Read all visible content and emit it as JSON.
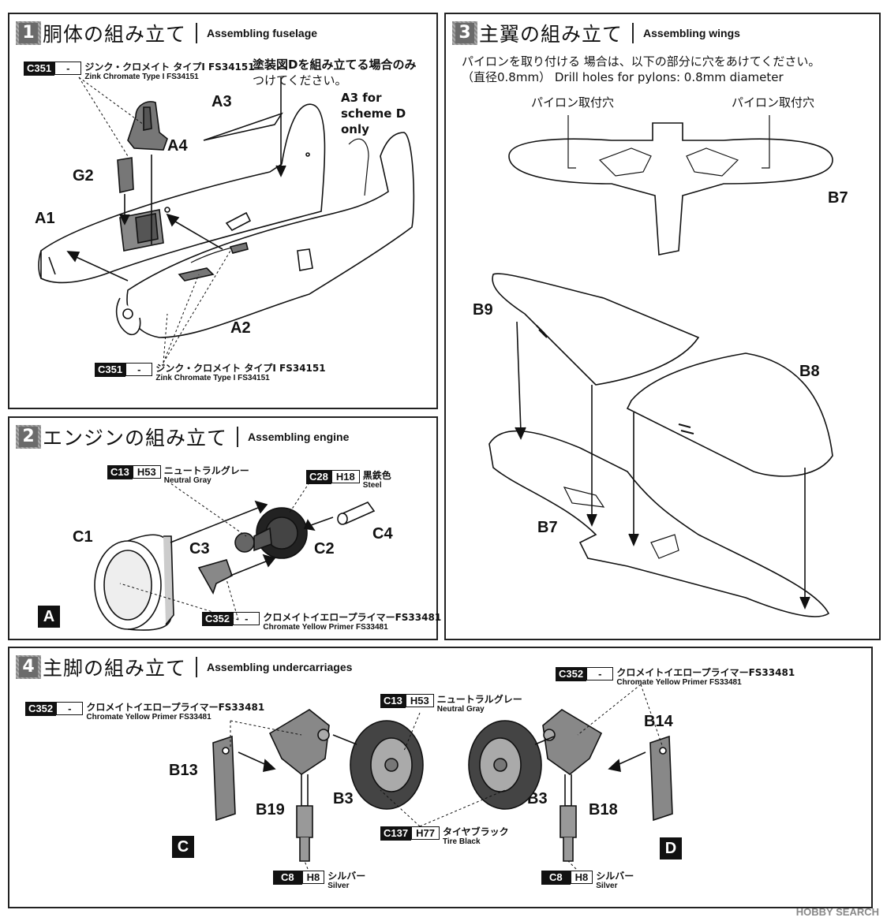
{
  "sections": {
    "fuselage": {
      "num": "1",
      "jp": "胴体の組み立て",
      "en": "Assembling fuselage"
    },
    "engine": {
      "num": "2",
      "jp": "エンジンの組み立て",
      "en": "Assembling engine"
    },
    "wings": {
      "num": "3",
      "jp": "主翼の組み立て",
      "en": "Assembling wings"
    },
    "undercarriage": {
      "num": "4",
      "jp": "主脚の組み立て",
      "en": "Assembling undercarriages"
    }
  },
  "fuselage": {
    "paint_top": {
      "code": "C351",
      "h": "-",
      "jp": "ジンク・クロメイト タイプI FS34151",
      "en": "Zink Chromate Type I FS34151"
    },
    "paint_bottom": {
      "code": "C351",
      "h": "-",
      "jp": "ジンク・クロメイト タイプI FS34151",
      "en": "Zink Chromate Type I FS34151"
    },
    "note_jp_1": "塗装図Dを組み立てる場合のみ",
    "note_jp_2": "つけてください。",
    "note_en_1": "A3 for",
    "note_en_2": "scheme D only",
    "parts": {
      "a3": "A3",
      "a4": "A4",
      "g2": "G2",
      "a1": "A1",
      "a2": "A2"
    }
  },
  "engine": {
    "paint_c13": {
      "code": "C13",
      "h": "H53",
      "jp": "ニュートラルグレー",
      "en": "Neutral Gray"
    },
    "paint_c28": {
      "code": "C28",
      "h": "H18",
      "jp": "黒鉄色",
      "en": "Steel"
    },
    "paint_c352": {
      "code": "C352",
      "h": "-",
      "jp": "クロメイトイエロープライマーFS33481",
      "en": "Chromate Yellow Primer FS33481"
    },
    "parts": {
      "c1": "C1",
      "c2": "C2",
      "c3": "C3",
      "c4": "C4"
    },
    "marker": "A"
  },
  "wings": {
    "note_1": "パイロンを取り付ける 場合は、以下の部分に穴をあけてください。",
    "note_2": "（直径0.8mm） Drill holes for pylons: 0.8mm diameter",
    "pylon_left": "パイロン取付穴",
    "pylon_right": "パイロン取付穴",
    "parts": {
      "b7_top": "B7",
      "b9": "B9",
      "b8": "B8",
      "b7_bottom": "B7"
    }
  },
  "undercarriage": {
    "paint_left": {
      "code": "C352",
      "h": "-",
      "jp": "クロメイトイエロープライマーFS33481",
      "en": "Chromate Yellow Primer FS33481"
    },
    "paint_right": {
      "code": "C352",
      "h": "-",
      "jp": "クロメイトイエロープライマーFS33481",
      "en": "Chromate Yellow Primer FS33481"
    },
    "paint_c13": {
      "code": "C13",
      "h": "H53",
      "jp": "ニュートラルグレー",
      "en": "Neutral Gray"
    },
    "paint_c137": {
      "code": "C137",
      "h": "H77",
      "jp": "タイヤブラック",
      "en": "Tire Black"
    },
    "paint_c8_left": {
      "code": "C8",
      "h": "H8",
      "jp": "シルバー",
      "en": "Silver"
    },
    "paint_c8_right": {
      "code": "C8",
      "h": "H8",
      "jp": "シルバー",
      "en": "Silver"
    },
    "parts": {
      "b13": "B13",
      "b19": "B19",
      "b3_left": "B3",
      "b3_right": "B3",
      "b18": "B18",
      "b14": "B14"
    },
    "marker_c": "C",
    "marker_d": "D"
  },
  "watermark": "HOBBY SEARCH"
}
